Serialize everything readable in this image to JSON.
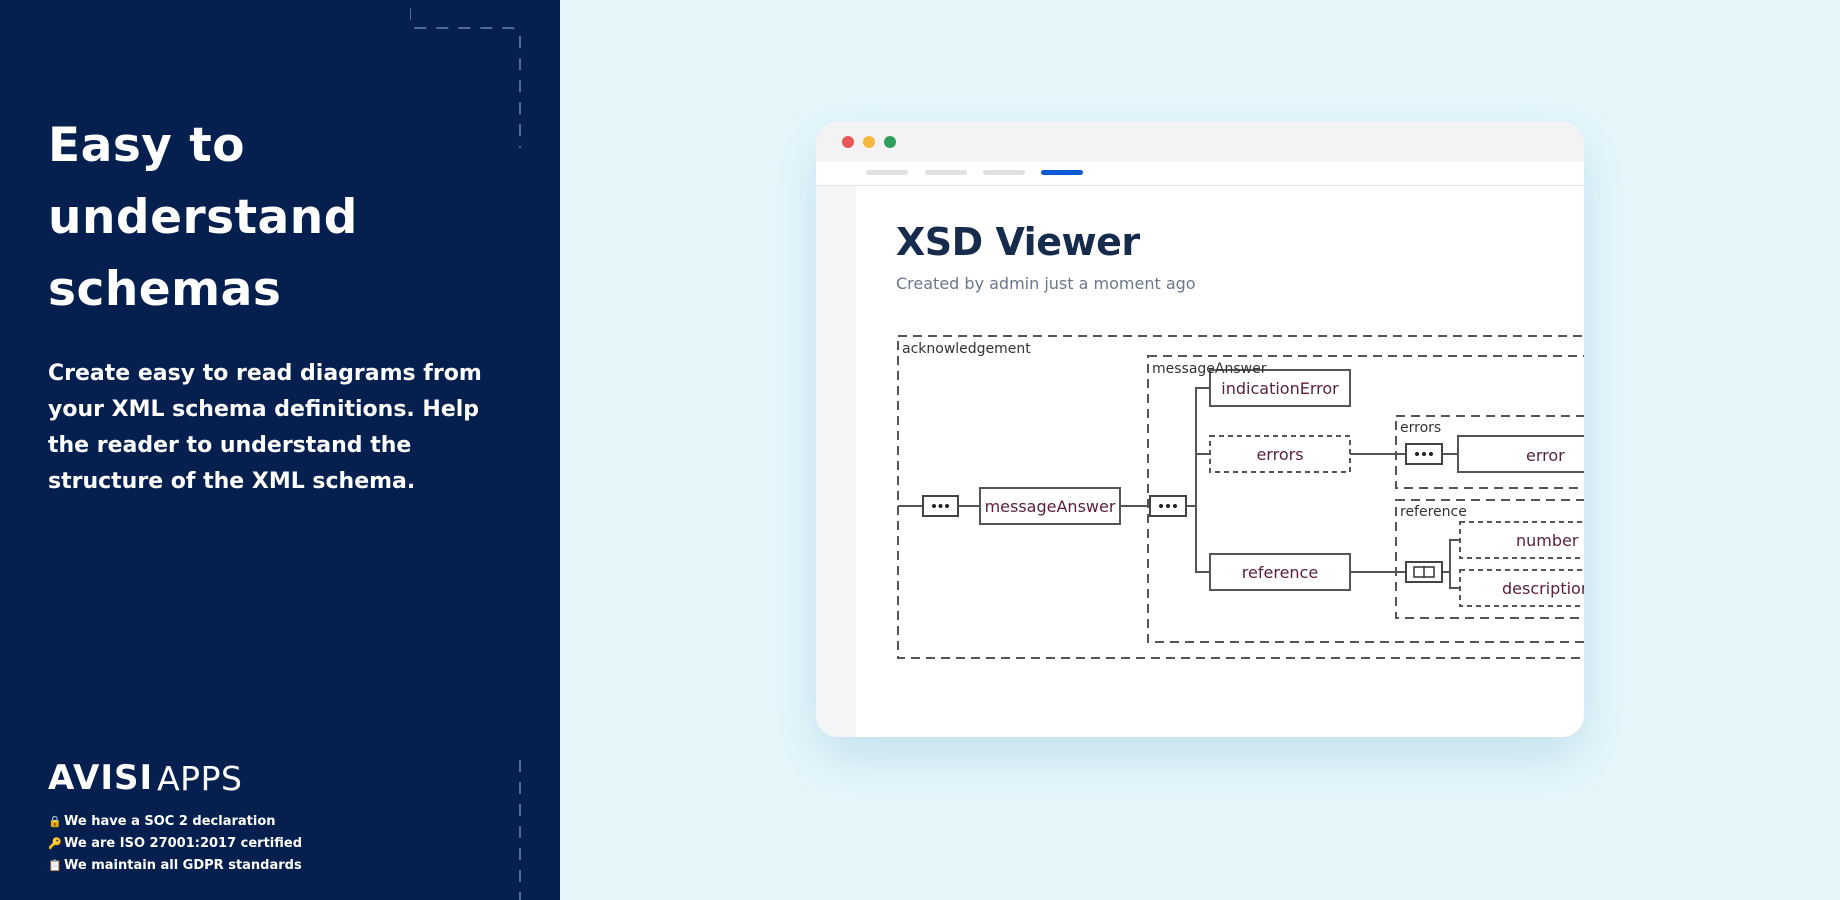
{
  "hero": {
    "headline": "Easy to understand schemas",
    "description": "Create easy to read diagrams from your XML schema definitions. Help the reader to understand the structure of the XML schema."
  },
  "logo": {
    "strong": "AVISI",
    "light": "APPS"
  },
  "certifications": [
    {
      "icon": "lock-icon",
      "glyph": "🔒",
      "text": "We have a SOC 2 declaration"
    },
    {
      "icon": "key-icon",
      "glyph": "🔑",
      "text": "We are ISO 27001:2017 certified"
    },
    {
      "icon": "clipboard-icon",
      "glyph": "📋",
      "text": "We maintain all GDPR standards"
    }
  ],
  "viewer": {
    "title": "XSD Viewer",
    "meta": "Created by admin just a moment ago"
  },
  "diagram": {
    "groups": {
      "acknowledgement": "acknowledgement",
      "messageAnswer": "messageAnswer",
      "errors": "errors",
      "reference": "reference"
    },
    "elements": {
      "messageAnswer": "messageAnswer",
      "indicationError": "indicationError",
      "errors": "errors",
      "reference": "reference",
      "error": "error",
      "number": "number",
      "description": "description"
    }
  },
  "colors": {
    "left_panel": "#05204f",
    "background": "#e6f7fc",
    "accent_tab": "#0a5ad4",
    "title_text": "#172b4d",
    "element_text": "#5a1e3c"
  }
}
